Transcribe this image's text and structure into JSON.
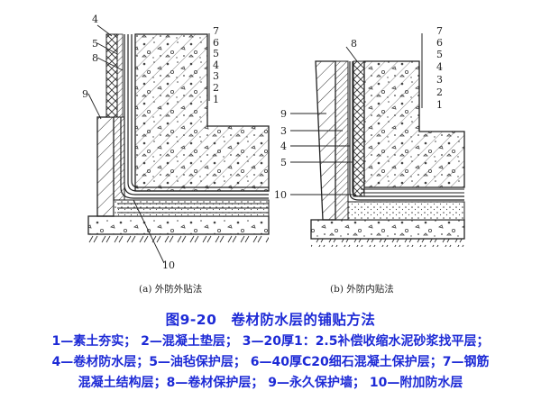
{
  "figure": {
    "left_label_a": "(a) 外防外贴法",
    "left_label_b": "(b) 外防内贴法",
    "numbers_a": [
      "7",
      "6",
      "5",
      "4",
      "3",
      "2",
      "1",
      "4",
      "5",
      "8",
      "9",
      "10"
    ],
    "numbers_b": [
      "8",
      "7",
      "6",
      "5",
      "4",
      "3",
      "2",
      "1",
      "9",
      "3",
      "4",
      "5",
      "10"
    ]
  },
  "caption": {
    "title": "图9-20　卷材防水层的铺贴方法",
    "line1": "1—素土夯实；  2—混凝土垫层；  3—20厚1：2.5补偿收缩水泥砂浆找平层；",
    "line2": "4—卷材防水层；5—油毡保护层；  6—40厚C20细石混凝土保护层；7—钢筋",
    "line3": "混凝土结构层；8—卷材保护层；  9—永久保护墙；  10—附加防水层"
  }
}
